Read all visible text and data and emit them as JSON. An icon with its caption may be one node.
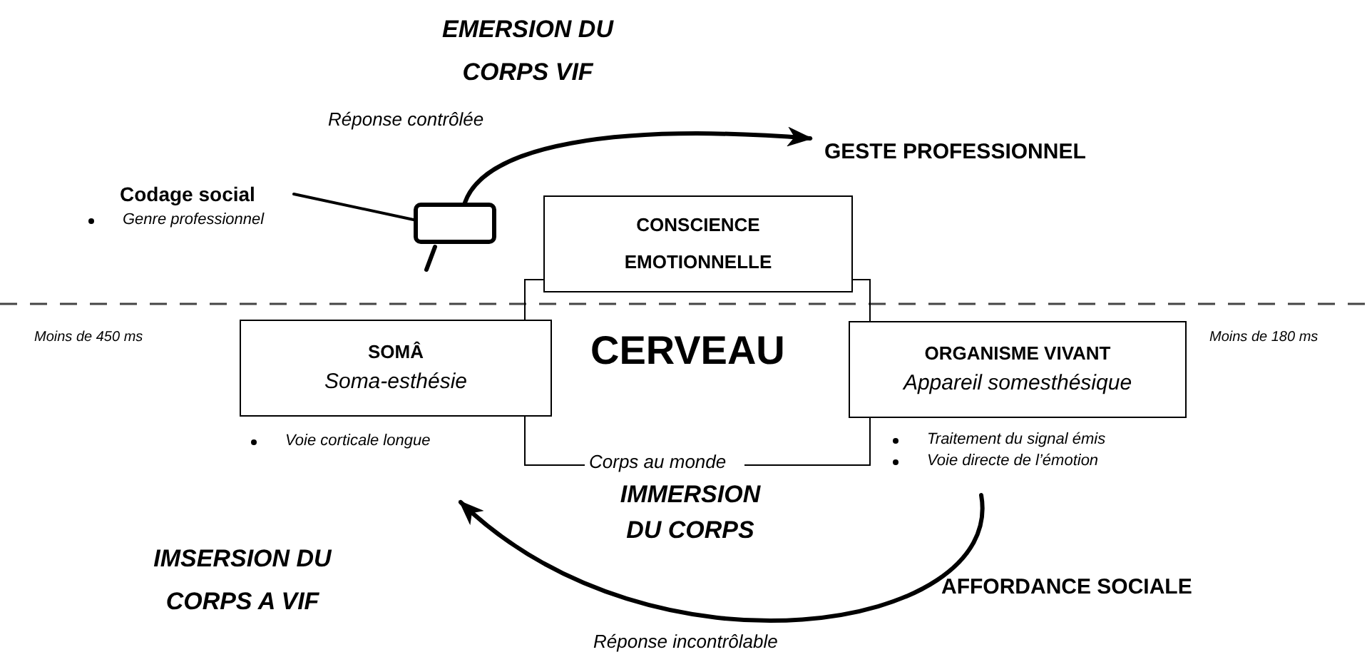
{
  "diagram": {
    "nodes": [
      {
        "text": [
          "CERVEAU",
          "Corps au monde"
        ]
      },
      {
        "text": [
          "CONSCIENCE EMOTIONNELLE"
        ]
      },
      {
        "text": [
          "SOMÂ",
          "Soma-esthésie"
        ],
        "beside": [
          "Voie corticale longue"
        ]
      },
      {
        "text": [
          "ORGANISME VIVANT",
          "Appareil somesthésique"
        ],
        "beside": [
          "Traitement du signal émis",
          "Voie directe de l’émotion"
        ]
      },
      {
        "text": [],
        "shape": "box"
      },
      {
        "text": [
          "Codage social"
        ],
        "beside": [
          "Genre professionnel"
        ]
      },
      {
        "text": [
          "GESTE PROFESSIONNEL"
        ]
      }
    ],
    "edges": [
      {
        "from": 5,
        "to": 4,
        "arrow": "none"
      },
      {
        "from": 4,
        "to": 6,
        "arrow": "to",
        "label": "Réponse contrôlée"
      },
      {
        "from": 3,
        "to": 2,
        "arrow": "to",
        "label": "Réponse incontrôlable"
      }
    ],
    "labels": [
      "EMERSION DU CORPS VIF",
      "Moins de 450 ms",
      "Moins de 180 ms",
      "IMMERSION DU CORPS",
      "IMSERSION DU CORPS A VIF",
      "AFFORDANCE SOCIALE"
    ]
  }
}
